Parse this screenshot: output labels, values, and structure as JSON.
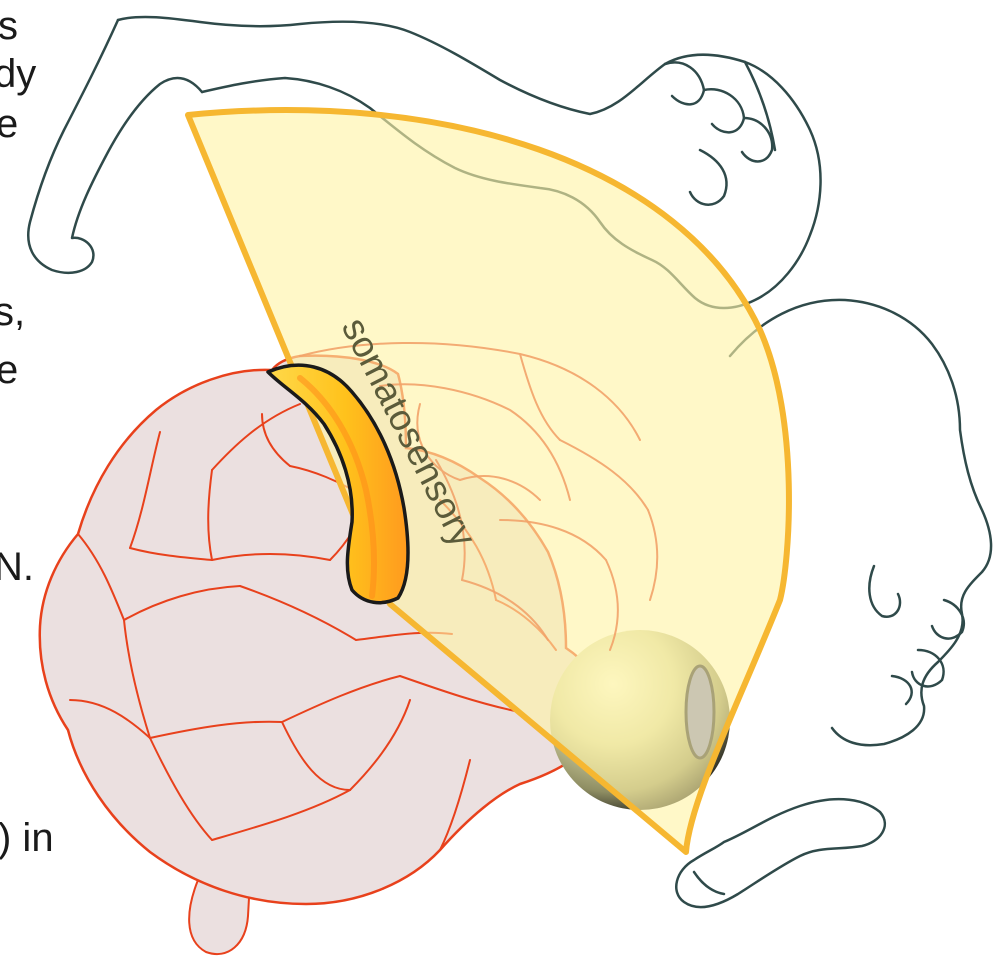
{
  "diagram": {
    "region_label": "somatosensory",
    "left_text_fragments": [
      "s",
      "dy",
      "e",
      "s,",
      "e",
      "N.",
      ") in"
    ]
  },
  "colors": {
    "brain_fill": "#ebe0e0",
    "brain_outline": "#e8411c",
    "fan_fill": "#fff3a6",
    "fan_outline": "#f6b731",
    "cortex_strip": "#ffc81e",
    "homunculus_line": "#2f4a4a",
    "text": "#1a1a1a"
  }
}
